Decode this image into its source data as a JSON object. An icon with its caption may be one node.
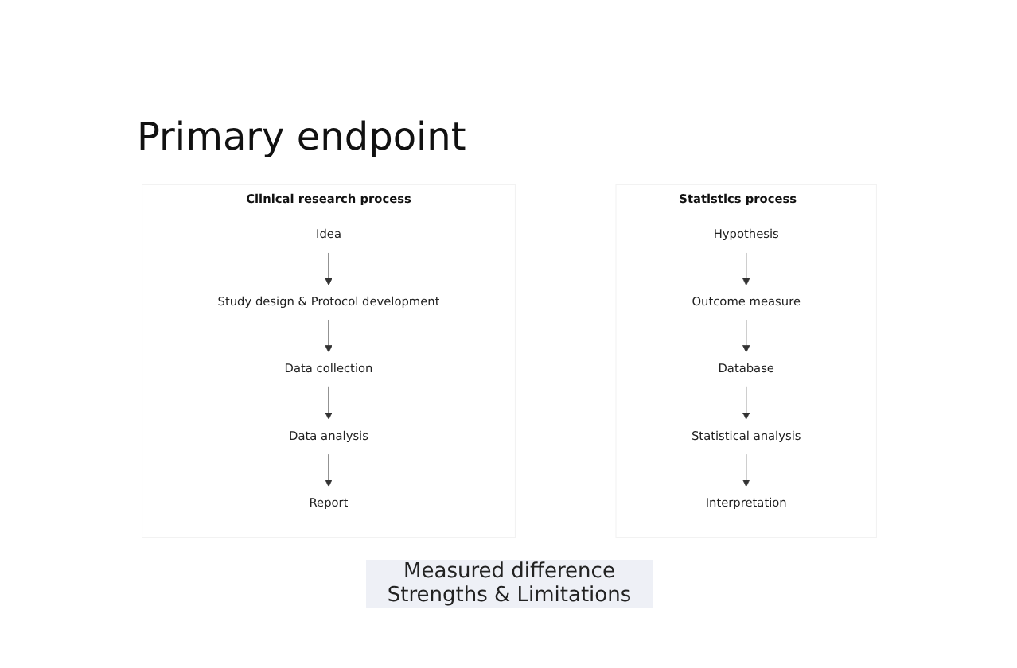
{
  "diagram": {
    "title": "Primary endpoint",
    "nodes": [
      {
        "text": [
          "Clinical research process"
        ]
      },
      {
        "text": [
          "Idea"
        ],
        "in": 0
      },
      {
        "text": [
          "Study design & Protocol development"
        ],
        "in": 0
      },
      {
        "text": [
          "Data collection"
        ],
        "in": 0
      },
      {
        "text": [
          "Data analysis"
        ],
        "in": 0
      },
      {
        "text": [
          "Report"
        ],
        "in": 0
      },
      {
        "text": [
          "Statistics process"
        ]
      },
      {
        "text": [
          "Hypothesis"
        ],
        "in": 6
      },
      {
        "text": [
          "Outcome measure"
        ],
        "in": 6
      },
      {
        "text": [
          "Database"
        ],
        "in": 6
      },
      {
        "text": [
          "Statistical analysis"
        ],
        "in": 6
      },
      {
        "text": [
          "Interpretation"
        ],
        "in": 6
      }
    ],
    "edges": [
      {
        "from": 1,
        "to": 2,
        "arrow": "to"
      },
      {
        "from": 2,
        "to": 3,
        "arrow": "to"
      },
      {
        "from": 3,
        "to": 4,
        "arrow": "to"
      },
      {
        "from": 4,
        "to": 5,
        "arrow": "to"
      },
      {
        "from": 7,
        "to": 8,
        "arrow": "to"
      },
      {
        "from": 8,
        "to": 9,
        "arrow": "to"
      },
      {
        "from": 9,
        "to": 10,
        "arrow": "to"
      },
      {
        "from": 10,
        "to": 11,
        "arrow": "to"
      }
    ],
    "labels": [
      "Measured difference Strengths & Limitations"
    ]
  }
}
